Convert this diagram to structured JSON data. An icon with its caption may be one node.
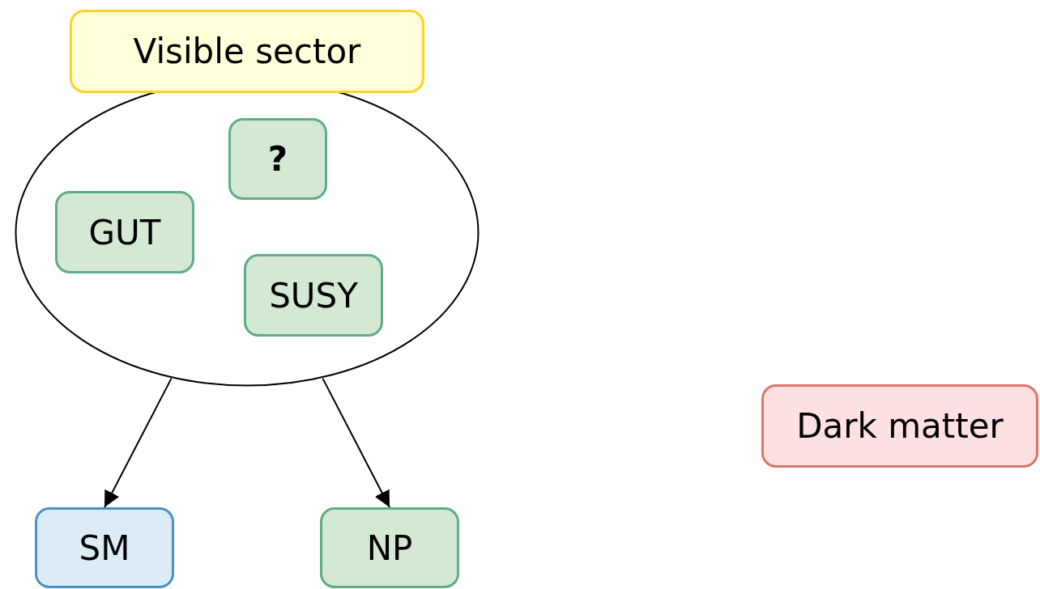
{
  "diagram": {
    "nodes": [
      {
        "text": [
          "Visible sector"
        ]
      },
      {
        "text": [],
        "shape": "ellipse"
      },
      {
        "text": [
          "?"
        ],
        "in": 1
      },
      {
        "text": [
          "GUT"
        ],
        "in": 1
      },
      {
        "text": [
          "SUSY"
        ],
        "in": 1
      },
      {
        "text": [
          "Dark matter"
        ]
      },
      {
        "text": [
          "SM"
        ]
      },
      {
        "text": [
          "NP"
        ]
      }
    ],
    "edges": [
      {
        "from": 1,
        "to": 6,
        "arrow": "to"
      },
      {
        "from": 1,
        "to": 7,
        "arrow": "to"
      }
    ]
  }
}
